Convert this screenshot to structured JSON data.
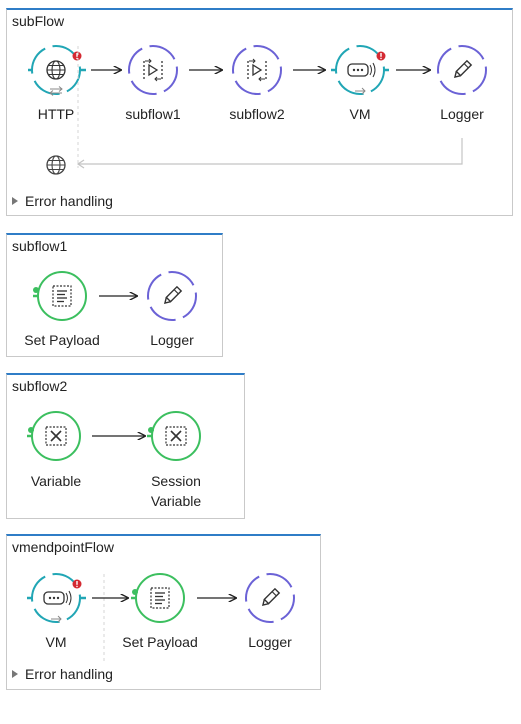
{
  "flows": [
    {
      "title": "subFlow",
      "nodes": [
        {
          "label": "HTTP",
          "icon": "globe-icon"
        },
        {
          "label": "subflow1",
          "icon": "flow-ref-icon"
        },
        {
          "label": "subflow2",
          "icon": "flow-ref-icon"
        },
        {
          "label": "VM",
          "icon": "vm-icon"
        },
        {
          "label": "Logger",
          "icon": "pencil-icon"
        }
      ],
      "error_handling": "Error handling"
    },
    {
      "title": "subflow1",
      "nodes": [
        {
          "label": "Set Payload",
          "icon": "set-payload-icon"
        },
        {
          "label": "Logger",
          "icon": "pencil-icon"
        }
      ]
    },
    {
      "title": "subflow2",
      "nodes": [
        {
          "label": "Variable",
          "icon": "variable-icon"
        },
        {
          "label": "Session",
          "label2": "Variable",
          "icon": "variable-icon"
        }
      ]
    },
    {
      "title": "vmendpointFlow",
      "nodes": [
        {
          "label": "VM",
          "icon": "vm-icon"
        },
        {
          "label": "Set Payload",
          "icon": "set-payload-icon"
        },
        {
          "label": "Logger",
          "icon": "pencil-icon"
        }
      ],
      "error_handling": "Error handling"
    }
  ],
  "colors": {
    "endpoint_ring": "#21a6b5",
    "processor_ring": "#6b62d6",
    "transformer_ring": "#3cbf5f",
    "error_badge": "#d42a32",
    "header_border": "#2f7dc7"
  }
}
